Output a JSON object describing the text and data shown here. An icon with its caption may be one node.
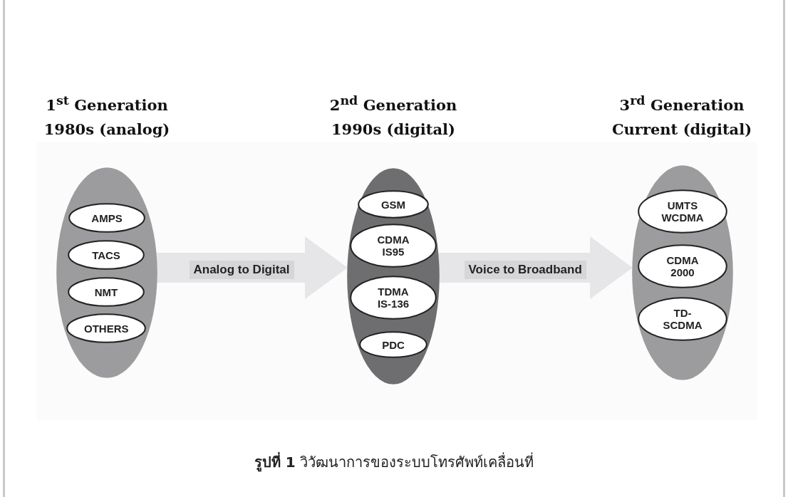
{
  "diagram": {
    "caption": "**รูปที่ 1** วิวัฒนาการของระบบโทรศัพท์เคลื่อนที่",
    "nodes": [
      {
        "text": [],
        "shape": "ellipse"
      },
      {
        "text": [
          "AMPS"
        ],
        "in": 0
      },
      {
        "text": [
          "TACS"
        ],
        "in": 0
      },
      {
        "text": [
          "NMT"
        ],
        "in": 0
      },
      {
        "text": [
          "OTHERS"
        ],
        "in": 0
      },
      {
        "text": [],
        "shape": "ellipse"
      },
      {
        "text": [
          "GSM"
        ],
        "in": 5
      },
      {
        "text": [
          "CDMA IS95"
        ],
        "in": 5
      },
      {
        "text": [
          "TDMA IS-136"
        ],
        "in": 5
      },
      {
        "text": [
          "PDC"
        ],
        "in": 5
      },
      {
        "text": [],
        "shape": "ellipse"
      },
      {
        "text": [
          "UMTS WCDMA"
        ],
        "in": 10
      },
      {
        "text": [
          "CDMA 2000"
        ],
        "in": 10
      },
      {
        "text": [
          "TD-SCDMA"
        ],
        "in": 10
      }
    ],
    "edges": [
      {
        "from": 0,
        "to": 5,
        "arrow": "to",
        "label": "Analog to Digital"
      },
      {
        "from": 5,
        "to": 10,
        "arrow": "to",
        "label": "Voice to Broadband"
      }
    ],
    "labels": [
      "1$^{st}$ Generation 1980s (analog)",
      "2$^{nd}$ Generation 1990s (digital)",
      "3$^{rd}$ Generation Current (digital)"
    ]
  }
}
